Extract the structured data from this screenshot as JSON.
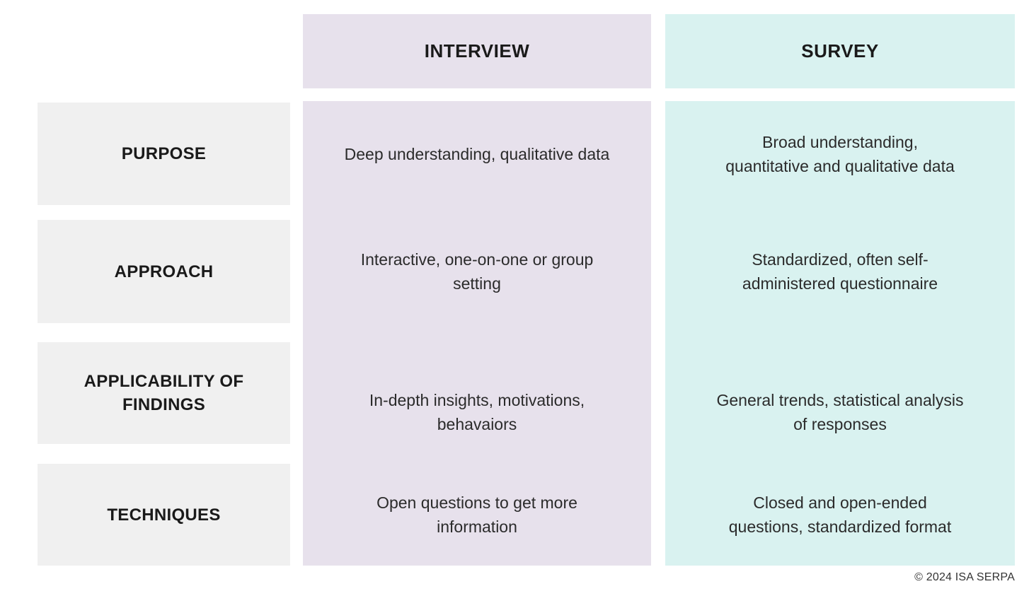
{
  "table": {
    "columns": [
      {
        "header": "INTERVIEW"
      },
      {
        "header": "SURVEY"
      }
    ],
    "rows": [
      {
        "label": "PURPOSE",
        "interview": "Deep understanding, qualitative data",
        "survey": "Broad understanding,\nquantitative and qualitative data"
      },
      {
        "label": "APPROACH",
        "interview": "Interactive, one-on-one or group\nsetting",
        "survey": "Standardized, often self-\nadministered questionnaire"
      },
      {
        "label": "APPLICABILITY OF\nFINDINGS",
        "interview": "In-depth insights, motivations,\nbehavaiors",
        "survey": "General trends, statistical analysis\nof responses"
      },
      {
        "label": "TECHNIQUES",
        "interview": "Open questions to get more\ninformation",
        "survey": "Closed and open-ended\nquestions, standardized format"
      }
    ]
  },
  "footer": {
    "credit": "© 2024 ISA SERPA"
  },
  "colors": {
    "interview_bg": "#e7e1ec",
    "survey_bg": "#d9f2f0",
    "label_bg": "#f0f0f0",
    "text": "#212121"
  }
}
